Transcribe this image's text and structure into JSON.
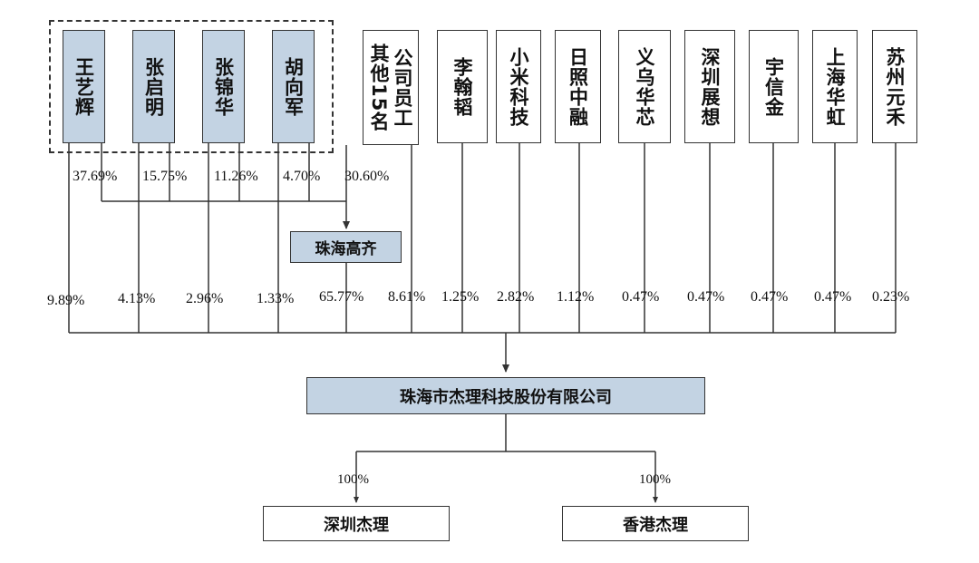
{
  "group_shareholders": [
    {
      "name": "王艺辉",
      "pct_gaoqi": "37.69%",
      "pct_direct": "9.89%"
    },
    {
      "name": "张启明",
      "pct_gaoqi": "15.75%",
      "pct_direct": "4.13%"
    },
    {
      "name": "张锦华",
      "pct_gaoqi": "11.26%",
      "pct_direct": "2.96%"
    },
    {
      "name": "胡向军",
      "pct_gaoqi": "4.70%",
      "pct_direct": "1.33%"
    }
  ],
  "other_employees": {
    "line1": "其他15名",
    "line2": "公司员工",
    "pct_gaoqi": "30.60%",
    "pct_direct": "8.61%"
  },
  "gaoqi": {
    "name": "珠海高齐",
    "pct_direct": "65.77%"
  },
  "other_shareholders": [
    {
      "name": "李翰韬",
      "pct": "1.25%"
    },
    {
      "name": "小米科技",
      "pct": "2.82%"
    },
    {
      "name": "日照中融",
      "pct": "1.12%"
    },
    {
      "name": "义乌华芯",
      "pct": "0.47%"
    },
    {
      "name": "深圳展想",
      "pct": "0.47%"
    },
    {
      "name": "宇信金",
      "pct": "0.47%"
    },
    {
      "name": "上海华虹",
      "pct": "0.47%"
    },
    {
      "name": "苏州元禾",
      "pct": "0.23%"
    }
  ],
  "company": {
    "name": "珠海市杰理科技股份有限公司"
  },
  "subsidiaries": [
    {
      "name": "深圳杰理",
      "pct": "100%"
    },
    {
      "name": "香港杰理",
      "pct": "100%"
    }
  ],
  "colors": {
    "box_fill": "#c3d3e3",
    "line": "#333333"
  }
}
